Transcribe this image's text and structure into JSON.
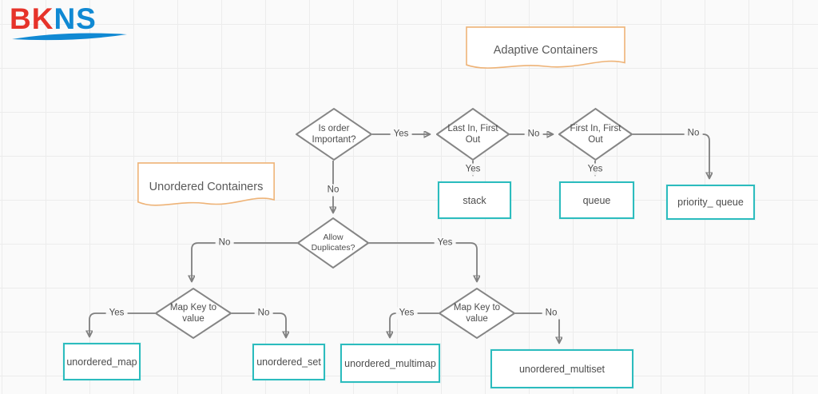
{
  "logo": {
    "text_red": "BK",
    "text_blue": "NS"
  },
  "banners": {
    "adaptive": {
      "label": "Adaptive Containers"
    },
    "unordered": {
      "label": "Unordered Containers"
    }
  },
  "decisions": {
    "order": {
      "label": "Is order Important?"
    },
    "lifo": {
      "label": "Last In, First Out"
    },
    "fifo": {
      "label": "First In, First Out"
    },
    "duplicates": {
      "label": "Allow Duplicates?"
    },
    "map_key_left": {
      "label": "Map Key to value"
    },
    "map_key_right": {
      "label": "Map Key to value"
    }
  },
  "containers": {
    "stack": {
      "label": "stack"
    },
    "queue": {
      "label": "queue"
    },
    "priority_queue": {
      "label": "priority_ queue"
    },
    "unordered_map": {
      "label": "unordered_map"
    },
    "unordered_set": {
      "label": "unordered_set"
    },
    "unordered_multimap": {
      "label": "unordered_multimap"
    },
    "unordered_multiset": {
      "label": "unordered_multiset"
    }
  },
  "edge_labels": {
    "order_yes": "Yes",
    "lifo_no": "No",
    "fifo_no": "No",
    "lifo_yes": "Yes",
    "fifo_yes": "Yes",
    "order_no": "No",
    "dup_no": "No",
    "dup_yes": "Yes",
    "left_yes": "Yes",
    "left_no": "No",
    "right_yes": "Yes",
    "right_no": "No"
  },
  "colors": {
    "result_border": "#2cbcbe",
    "banner_border": "#eeb377",
    "connector": "#7f7f7f",
    "diamond_border": "#858585",
    "logo_red": "#e6332a",
    "logo_blue": "#1089d3",
    "grid_line": "#ececec",
    "background": "#fafafa"
  }
}
